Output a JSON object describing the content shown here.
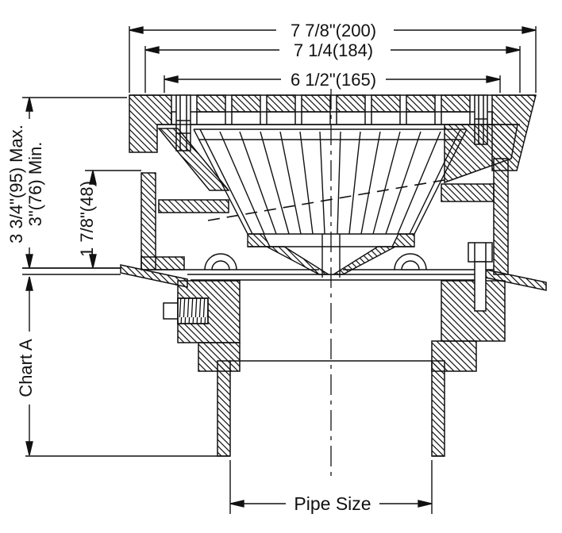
{
  "diagram": {
    "type": "engineering-cross-section",
    "subject": "floor-drain-with-strainer-and-pipe-connection",
    "labels": {
      "width_outer": "7 7/8\"(200)",
      "width_mid": "7 1/4(184)",
      "width_inner": "6 1/2\"(165)",
      "height_max": "3 3/4\"(95) Max.",
      "height_min": "3\"(76) Min.",
      "collar_height": "1 7/8\"(48)",
      "body_depth": "Chart A",
      "pipe": "Pipe Size"
    },
    "colors": {
      "line": "#111111",
      "background": "#ffffff"
    }
  }
}
